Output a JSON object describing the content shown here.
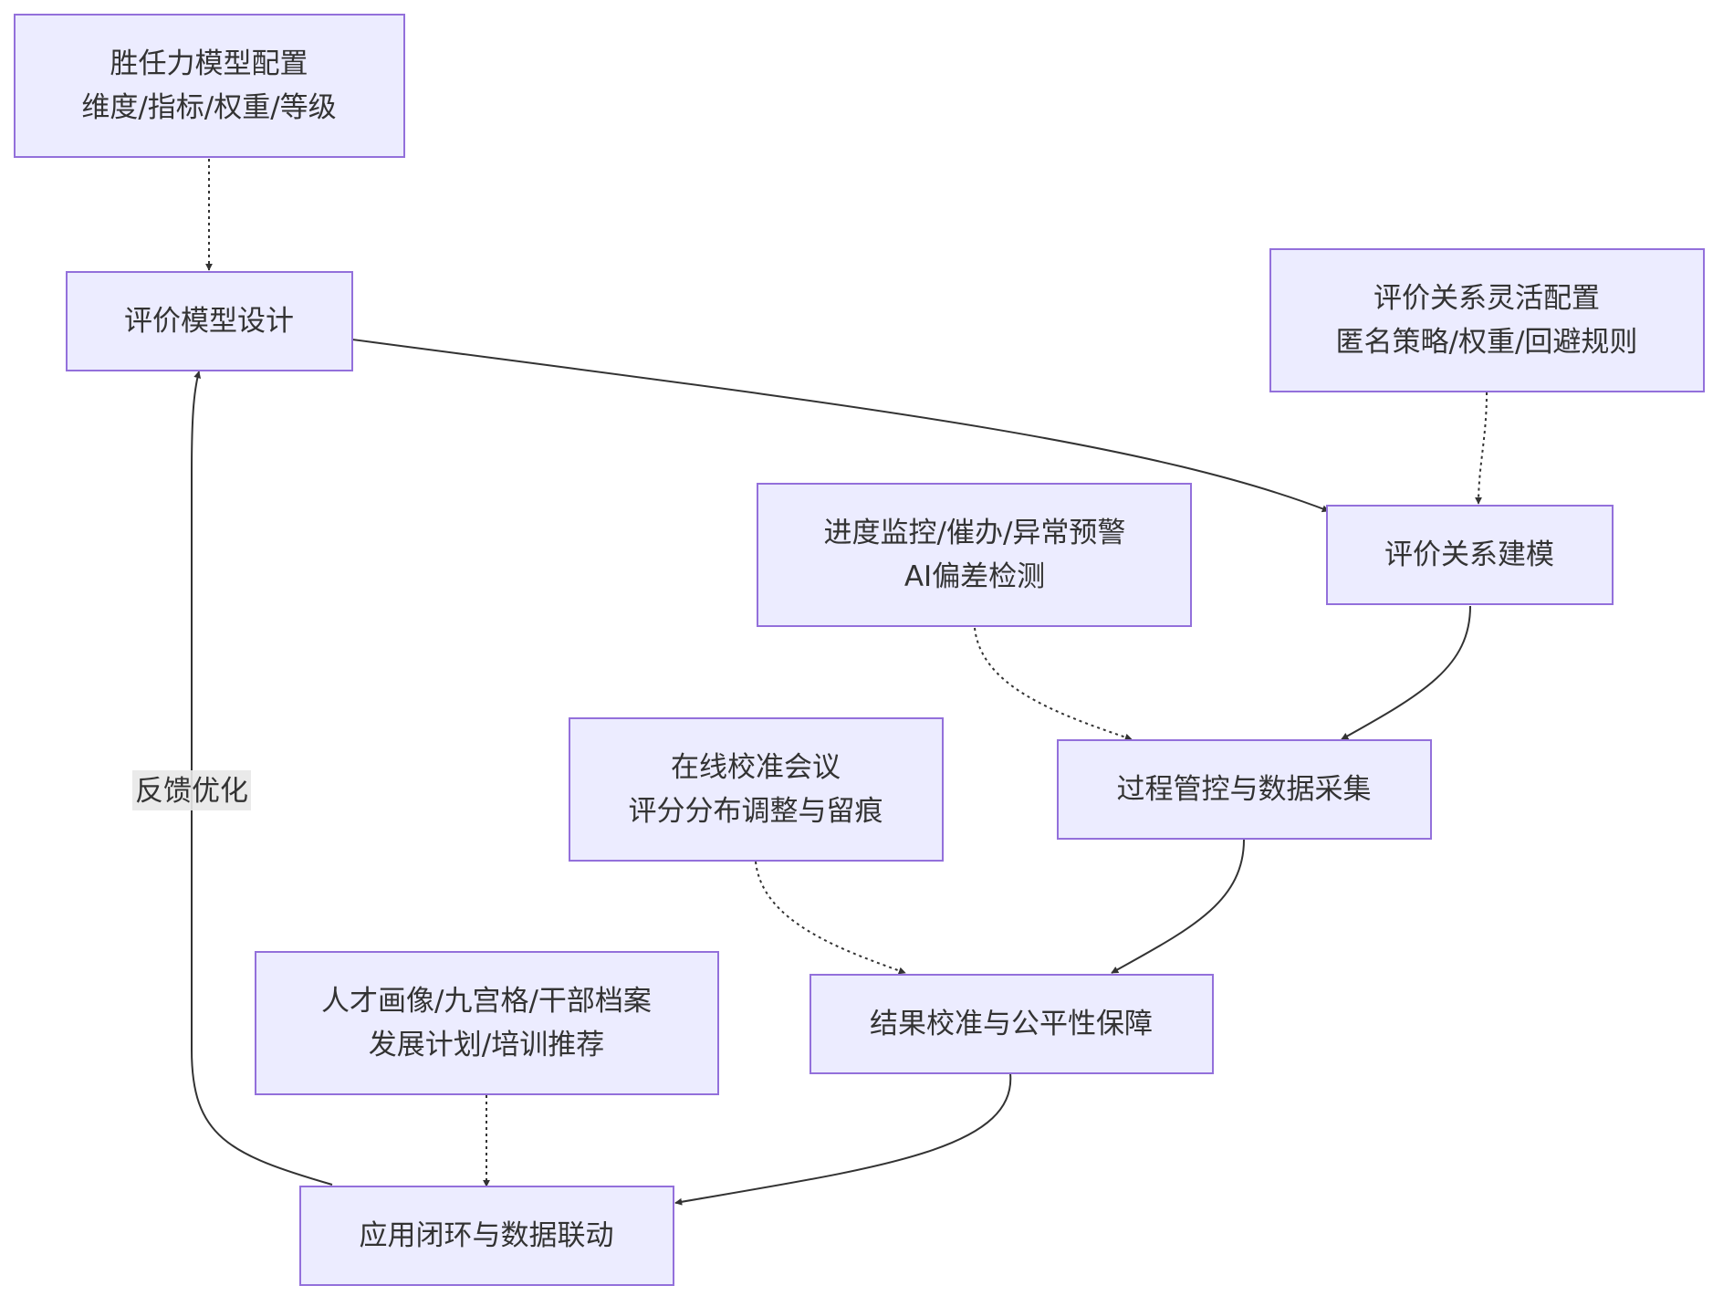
{
  "nodes": {
    "competency_config": {
      "line1": "胜任力模型配置",
      "line2": "维度/指标/权重/等级"
    },
    "model_design": {
      "line1": "评价模型设计"
    },
    "relation_config": {
      "line1": "评价关系灵活配置",
      "line2": "匿名策略/权重/回避规则"
    },
    "relation_modeling": {
      "line1": "评价关系建模"
    },
    "progress_monitor": {
      "line1": "进度监控/催办/异常预警",
      "line2": "AI偏差检测"
    },
    "process_control": {
      "line1": "过程管控与数据采集"
    },
    "calibration_meeting": {
      "line1": "在线校准会议",
      "line2": "评分分布调整与留痕"
    },
    "result_calibration": {
      "line1": "结果校准与公平性保障"
    },
    "talent_profile": {
      "line1": "人才画像/九宫格/干部档案",
      "line2": "发展计划/培训推荐"
    },
    "application_loop": {
      "line1": "应用闭环与数据联动"
    }
  },
  "edges": {
    "feedback_label": "反馈优化"
  },
  "colors": {
    "node_fill": "#ececff",
    "node_stroke": "#9370db",
    "edge": "#333333",
    "label_bg": "#e8e8e8"
  }
}
